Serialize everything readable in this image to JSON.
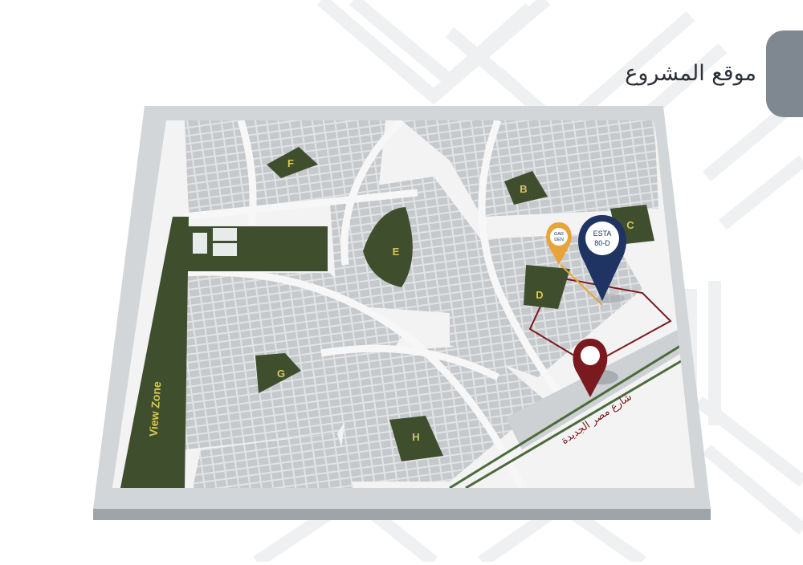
{
  "page": {
    "title": "موقع المشروع"
  },
  "map": {
    "view_zone_label": "View Zone",
    "street_label": "شارع مصر الجديدة",
    "zones": [
      {
        "letter": "F"
      },
      {
        "letter": "E"
      },
      {
        "letter": "B"
      },
      {
        "letter": "D"
      },
      {
        "letter": "G"
      },
      {
        "letter": "H"
      },
      {
        "letter": "C"
      }
    ],
    "pins": {
      "garden": {
        "label_line1": "GAR",
        "label_line2": "DEN",
        "color": "#e8a33a"
      },
      "project": {
        "label_line1": "ESTA",
        "label_line2": "80-D",
        "color": "#1f3463"
      },
      "street": {
        "color": "#7a1a1f"
      }
    },
    "colors": {
      "park_green": "#3f4f2e",
      "block_gray": "#c9cbcd",
      "road": "#f4f4f4",
      "frame": "#b4b7ba",
      "street_accent": "#7a1a1f"
    }
  }
}
